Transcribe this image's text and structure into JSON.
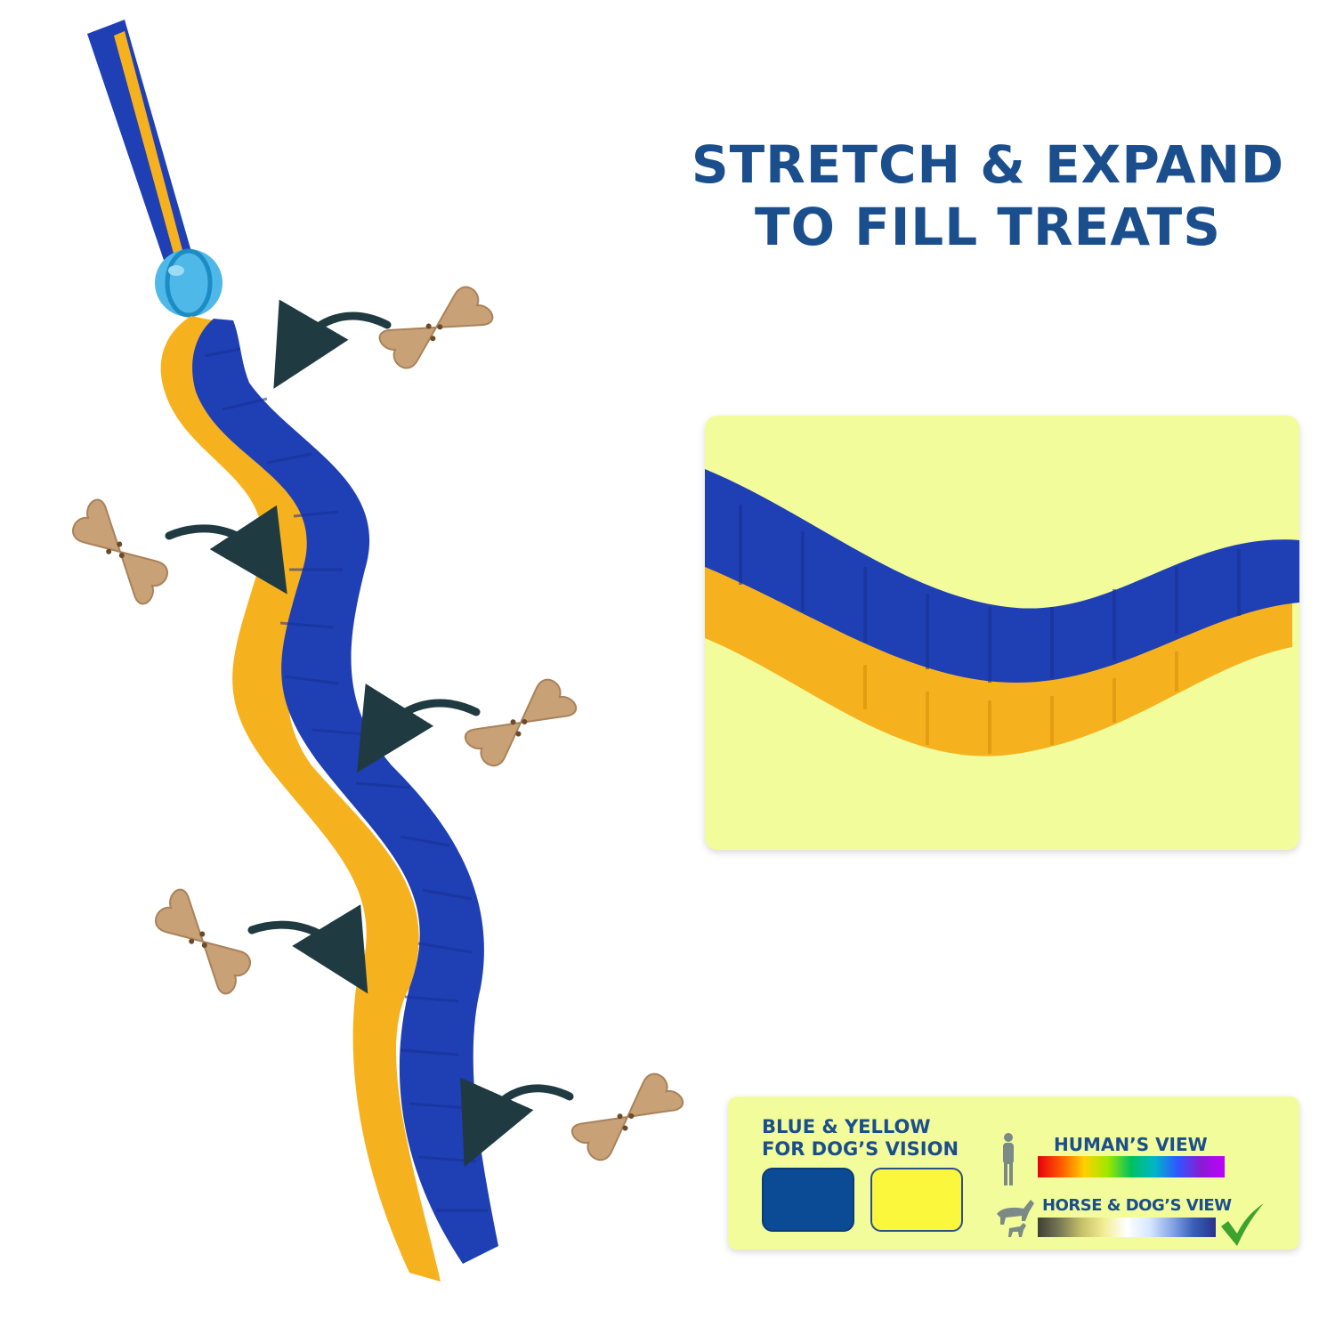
{
  "headline": {
    "line1": "STRETCH & EXPAND",
    "line2": "TO FILL TREATS"
  },
  "vision": {
    "title_line1": "BLUE & YELLOW",
    "title_line2": "FOR DOG’S VISION",
    "human_view": "HUMAN’S VIEW",
    "dog_view": "HORSE & DOG’S VIEW"
  },
  "colors": {
    "headline": "#1b4e8c",
    "toy_blue": "#1f3fb5",
    "toy_yellow": "#f6b21e",
    "panel_bg": "#f3fc9b",
    "swatch_blue": "#0b4a95",
    "swatch_yellow": "#fbf73c",
    "arrow": "#1f3a40",
    "treat": "#c9a176",
    "check": "#3ea22e"
  }
}
